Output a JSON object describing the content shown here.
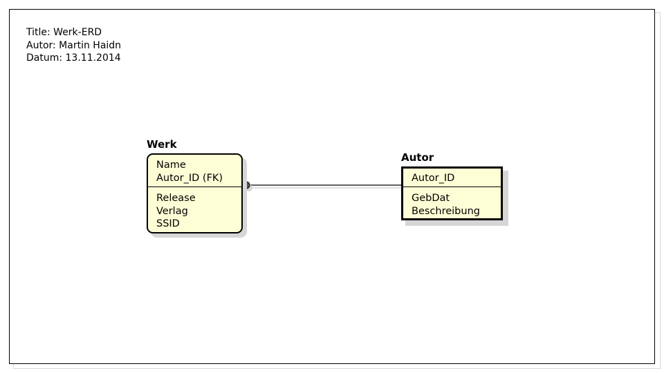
{
  "header": {
    "title": "Title: Werk-ERD",
    "author": "Autor: Martin Haidn",
    "date": "Datum: 13.11.2014"
  },
  "entities": {
    "werk": {
      "name": "Werk",
      "keys": [
        "Name",
        "Autor_ID (FK)"
      ],
      "attributes": [
        "Release",
        "Verlag",
        "SSID"
      ]
    },
    "autor": {
      "name": "Autor",
      "keys": [
        "Autor_ID"
      ],
      "attributes": [
        "GebDat",
        "Beschreibung"
      ]
    }
  },
  "colors": {
    "entity_fill": "#fefed6",
    "border": "#000000",
    "shadow": "#d6d6d6",
    "connector_dot": "#555555"
  }
}
